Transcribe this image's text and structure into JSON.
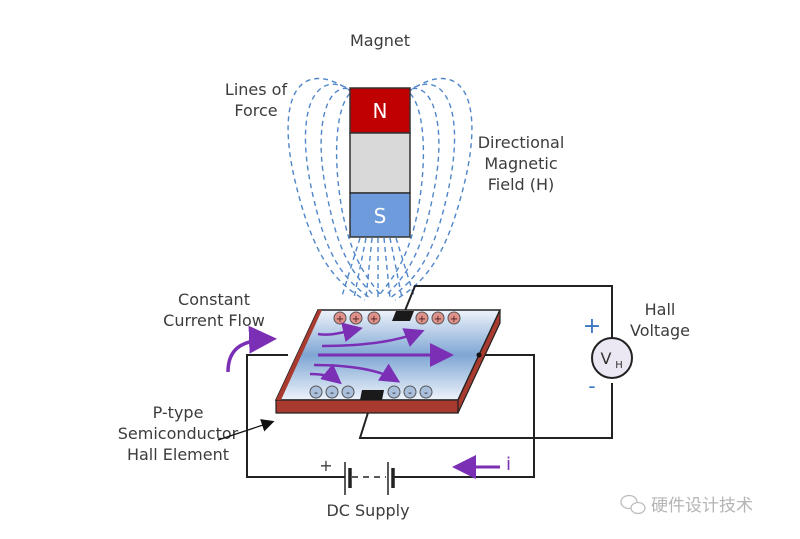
{
  "magnet": {
    "title": "Magnet",
    "north_label": "N",
    "south_label": "S",
    "north_color": "#c00000",
    "body_color": "#d9d9d9",
    "south_color": "#6e9bdc"
  },
  "labels": {
    "lines_of_force": [
      "Lines of",
      "Force"
    ],
    "directional_field": [
      "Directional",
      "Magnetic",
      "Field (H)"
    ],
    "constant_current": [
      "Constant",
      "Current Flow"
    ],
    "hall_voltage": [
      "Hall",
      "Voltage"
    ],
    "semiconductor": [
      "P-type",
      "Semiconductor",
      "Hall Element"
    ],
    "dc_supply": "DC Supply",
    "current_symbol": "i",
    "voltmeter": "V",
    "voltmeter_sub": "H",
    "plus": "+",
    "minus": "-",
    "battery_plus": "+",
    "battery_mid": "- -"
  },
  "charges": {
    "positive": [
      "+",
      "+",
      "+",
      "+",
      "+",
      "+"
    ],
    "negative": [
      "-",
      "-",
      "-",
      "-",
      "-",
      "-"
    ]
  },
  "colors": {
    "field_lines": "#4f86c9",
    "current_arrow": "#7b2fb5",
    "plate_edge": "#a93a30",
    "sign_blue": "#3a75c4"
  },
  "watermark": "硬件设计技术"
}
